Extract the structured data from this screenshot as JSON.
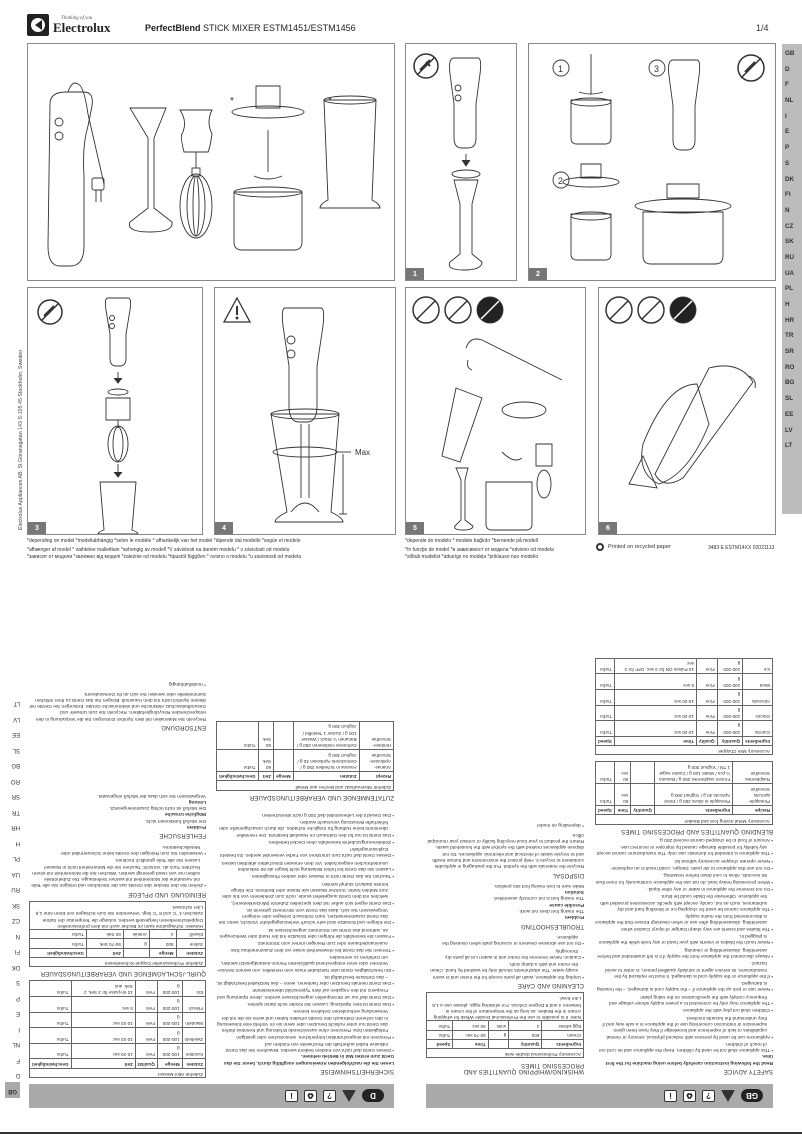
{
  "header": {
    "brand": "Electrolux",
    "brand_tagline": "Thinking of you",
    "product_line": "PerfectBlend",
    "product_title": "STICK MIXER ESTM1451/ESTM1456",
    "page": "1/4"
  },
  "figures": [
    {
      "number": "",
      "label": "parts-overview",
      "asterisk_marks": [
        "*",
        "*"
      ]
    },
    {
      "number": "1",
      "label": "attach-blender-foot"
    },
    {
      "number": "2",
      "label": "assemble-mini-chopper",
      "steps": [
        "1",
        "2",
        "3"
      ]
    },
    {
      "number": "3",
      "label": "attach-whisk"
    },
    {
      "number": "4",
      "label": "max-fill-level",
      "annotation": "Max"
    },
    {
      "number": "5",
      "label": "cleaning-parts"
    },
    {
      "number": "6",
      "label": "wipe-motor-unit"
    }
  ],
  "language_tabs": [
    "GB",
    "D",
    "F",
    "NL",
    "I",
    "E",
    "P",
    "S",
    "DK",
    "FI",
    "N",
    "CZ",
    "SK",
    "RU",
    "UA",
    "PL",
    "H",
    "HR",
    "TR",
    "SR",
    "RO",
    "BG",
    "SL",
    "EE",
    "LV",
    "LT"
  ],
  "address": "Electrolux Appliances AB, St Göransgatan 143 S-105 45 Stockholm, Sweden",
  "footnotes_left": [
    "*depending on model   *modellabhängig   *selon le modèle   * afhankelijk van het model   *dipende dal modello   *según el modelo",
    "*afhænger af model   * vaihtelee malleittain   *avhengig av modell   *V závislosti na daném modelu   * v závislosti od modelu",
    "*зависит от модели   *залежно від моделі   *zależnie od modelu   *típustól függően   * ovisno o modelu   *u zavisnosti od modela"
  ],
  "footnotes_right": [
    "*depende do modelo   * modele bağlıdır   *beroende på modell",
    "*în funcţie de model   *в зависимост от модела   *odvisno od modela",
    "*sõltub mudelist   *atkarīgs no modeļa   *priklauso nuo modelio"
  ],
  "printed_note": "Printed on recycled paper",
  "doc_code": "3483 E ESTM14XX 02021113",
  "gb_section": {
    "lang": "GB",
    "safety_title": "SAFETY ADVICE",
    "safety_intro": "Read the following instruction carefully before using machine for the first time.",
    "safety_items": [
      "This appliance shall not be used by children. Keep the appliance and its cord out of reach of children.",
      "Appliances can be used by persons with reduced physical, sensory or mental capabilities or lack of experience and knowledge if they have been given supervision or instruction concerning use of the appliance in a safe way and if they understand the hazards involved.",
      "Children shall not play with the appliance.",
      "The appliance may only be connected to a power supply whose voltage and frequency comply with the specifications on the rating plate!",
      "Never use or pick up the appliance if – the supply cord is damaged, – the housing is damaged.",
      "If the appliance or the supply cord is damaged, it must be replaced by the manufacturer, its service agent or similarly qualified person, in order to avoid hazard.",
      "Always disconnect the appliance from the supply if it is left unattended and before assembling, disassembling or cleaning.",
      "Never touch the blades or inserts with your hand or any tools while the appliance is plugged in.",
      "The blades and inserts are very sharp! Danger of injury! Caution when assembling, disassembling after use or when cleaning! Ensure that the appliance is disconnected from the mains supply.",
      "The appliance cannot be used for chopping ice or blending hard and dry substances, such as nut, candy, except with specific accessories provided with the appliance. Otherwise the blade could be blunt.",
      "Do not immerse the appliance in water or any other liquid.",
      "When processing heavy load, do not use the appliance continuously for more than 60 seconds. Allow to cool down before restarting.",
      "Do not use this appliance to stir paint. Danger, could result in an explosion!",
      "Never operate chopper accessory without lid.",
      "This appliance is intended for domestic use only. The manufacturer cannot accept any liability for possible damage caused by improper or incorrect use.",
      "Amount of food to be chopped cannot exceed 200 g."
    ],
    "whisk_title": "WHISKING/WHIPPING QUANTITIES AND PROCESSING TIMES",
    "whisk_table": {
      "caption": "Accessory Professional double wisk",
      "headers": [
        "Ingredients",
        "Quantity",
        "",
        "Time",
        "Speed"
      ],
      "rows": [
        [
          "Cream",
          "500",
          "g",
          "50-70 sec",
          "Turbo"
        ],
        [
          "Egg whites",
          "4",
          "units",
          "60 sec",
          "Turbo"
        ]
      ],
      "note": "Note: It is possible to use the Professional Double Whisk for whipping cream in the Beaker, as long as the temperature of the cream is between 4 and 8 Degree Celcius. For whisking eggs, please use a 1,5 Litre bowl."
    },
    "cleaning_title": "CLEANING AND CARE",
    "cleaning_items": [
      "Unplug the appliance, wash all parts except for the motor unit in warm soapy water. The attachments should only be washed by hand. Clean the motor unit with a damp cloth.",
      "Caution: Never immerse the motor unit in water! Let all parts dry thoroughly.",
      "Do not use abrasive cleaners or scouring pads when cleaning the appliance."
    ],
    "troubleshooting_title": "TROUBLESHOOTING",
    "problem_label": "Problem",
    "problem": "The mixing foot does not work.",
    "cause_label": "Possible cause",
    "cause": "The mixing foot is not correctly assembled.",
    "solution_label": "Solution",
    "solution": "Make sure to lock mixing foot into position.",
    "disposal_title": "DISPOSAL",
    "disposal_text": "Recycle the materials with the symbol. Put the packaging in applicable containers to recycle it. Help protect the environment and human health and to recycle waste of electrical and electronic appliances. Do not dispose appliances marked with the symbol with the household waste. Return the product to your local recycling facility or contact your municipal office.",
    "depending_note": "* depending on model",
    "blend_title": "BLENDING QUANTITIES AND PROCESSING TIMES",
    "blend_table": {
      "caption": "Accessory Metal mixing foot and Beaker",
      "headers": [
        "Recipe",
        "Ingredients",
        "Quantity",
        "Time",
        "Speed"
      ],
      "rows": [
        [
          "Pineapple-apricots Smoothie",
          "Pineapple in slices 250 g / Dried Apricots 40 g / Yoghurt 300 g",
          "",
          "60 sec",
          "Turbo"
        ],
        [
          "Raspberries Smoothie",
          "Frozen raspberries 250 g / Banana ½ pcs / Water 100 g / Caster sugar 1 Tbl / Yoghurt 300 g",
          "",
          "60 sec",
          "Turbo"
        ]
      ]
    },
    "chopper_table": {
      "caption": "Accessory Mini Chopper",
      "headers": [
        "Ingredients",
        "Quantity",
        "Quality",
        "Time",
        "Speed"
      ],
      "rows": [
        [
          "Carrots",
          "100-200 g",
          "Fine",
          "10-20 sec",
          "Turbo"
        ],
        [
          "Onions",
          "100-200 g",
          "Fine",
          "10-20 sec",
          "Turbo"
        ],
        [
          "Almonds",
          "100-200 g",
          "Fine",
          "10-20 sec",
          "Turbo"
        ],
        [
          "Meat",
          "100-200 g",
          "Fine",
          "5 sec",
          "Turbo"
        ],
        [
          "Ice",
          "100-200 g",
          "Fine",
          "10 Pulses ON for 3 sec, OFF for 2 sec",
          "Turbo"
        ]
      ]
    }
  },
  "d_section": {
    "lang": "D",
    "safety_title": "SICHERHEITSHINWEISE",
    "safety_intro": "Lesen Sie die nachfolgenden Anweisungen sorgfältig durch, bevor Sie das Gerät zum ersten Mal in Betrieb nehmen.",
    "safety_items": [
      "Dieses Gerät darf nicht von Kindern bedient werden. Bewahren Sie das Gerät inklusive Kabel außerhalb der Reichweite von Kindern auf.",
      "Personen mit eingeschränkten körperlichen, sensorischen oder geistigen Fähigkeiten bzw. Personen ohne ausreichende Erfahrung und Kenntnis dürfen das Gerät nur unter Aufsicht benutzen oder wenn sie im Vorfeld eine Einweisung in den sicheren Gebrauch des Geräts erhalten haben und wenn sie die mit der Verwendung verbundenen Gefahren kennen.",
      "Das Gerät ist kein Spielzeug. Lassen Sie Kinder nicht damit spielen.",
      "Das Gerät darf nur an Stromquellen angeschlossen werden, deren Spannung und Frequenz mit den Angaben auf dem Typenschild übereinstimmt!",
      "Das Gerät niemals benutzen oder hantieren, wenn – das Netzkabel beschädigt ist, – das Gehäuse beschädigt ist.",
      "Ein beschädigtes Gerät oder Netzkabel muss vom Hersteller, von seinem Service-Vertreter oder einer entsprechend qualifizierten Person instandgesetzt werden, um Gefahren zu vermeiden.",
      "Trennen Sie das Gerät bei Abwesenheit sowie vor dem Zusammenbau bzw. Auseinanderbauen oder zum Reinigen immer vom Stromnetz.",
      "Fassen Sie keinesfalls die Klingen oder Einsätze mit der Hand oder Werkzeugen an, während das Gerät am Stromnetz angeschlossen ist.",
      "Die Klingen und Einsätze sind sehr scharf! Verletzungsgefahr! Vorsicht, wenn Sie das Gerät zusammensetzen, nach Gebrauch zerlegen oder reinigen! Vergewissern Sie sich, dass das Gerät vom Stromnetz getrennt ist.",
      "Das Gerät eignet sich außer mit dem speziellen Zubehör (Minizerkleinerer), welches mit dem Gerät ausgeliefert wurde, nicht zum Zerkleinern von Eis oder zum Mahlen harter, trockner Massen wie Nüsse oder Bonbons. Die Klinge könnte dadurch stumpf werden.",
      "Tauchen Sie das Gerät nicht in Wasser oder andere Flüssigkeiten.",
      "Lassen Sie das Gerät bei hoher Belastung nicht länger als 60 Sekunden ununterbrochen eingeschaltet. Vor dem erneuten Einschalten abkühlen lassen.",
      "Dieses Gerät darf nicht zum Umrühren von Farbe verwendet werden. Es besteht Explosionsgefahr!",
      "Zerkleinerungszubehör keinesfalls ohne Deckel betreiben.",
      "Das Gerät ist nur für den Gebrauch im Haushalt bestimmt. Der Hersteller übernimmt keine Haftung für mögliche Schäden, die durch unsachgemäße oder fehlerhafte Benutzung verursacht wurden.",
      "Das Gewicht der Lebensmittel darf 200 g nicht überschreiten."
    ],
    "chopper_table": {
      "caption": "Zubehör Mini-Messer",
      "headers": [
        "Zutaten",
        "Menge",
        "Qualität",
        "Zeit",
        "Geschwindigkeit"
      ],
      "rows": [
        [
          "Karotten",
          "100-200 g",
          "Fein",
          "10-20 sec",
          "Turbo"
        ],
        [
          "Zwiebeln",
          "100-200 g",
          "Fein",
          "10-20 sec",
          "Turbo"
        ],
        [
          "Mandeln",
          "100-200 g",
          "Fein",
          "10-20 sec",
          "Turbo"
        ],
        [
          "Fleisch",
          "100-200 g",
          "Fein",
          "5 sec",
          "Turbo"
        ],
        [
          "Eis",
          "100-200 g",
          "Fein",
          "10 Im-pulse für 3 Sek, 2 Sek. aus",
          "Turbo"
        ]
      ]
    },
    "whisk_title": "QUIRL-/SCHLAGMENGE UND VERARBEITUNGSDAUER",
    "whisk_table": {
      "caption": "Zubehör Professioneller Doppel-Schneebesen",
      "headers": [
        "Zutaten",
        "Menge",
        "",
        "Zeit",
        "Geschwindigkeit"
      ],
      "rows": [
        [
          "Sahne",
          "500",
          "g",
          "50-70 Sek.",
          "Turbo"
        ],
        [
          "Eiweiß",
          "4",
          "Anteile",
          "60 Sek.",
          "Turbo"
        ]
      ],
      "note": "Hinweis: Schlagsahne kann im Becher auch mit dem professionellen Doppelschneebesen hergestellt werden, solange die Temperatur der Sahne zwischen 4 °C und 8 °C liegt. Verwenden Sie zum Schlagen von Eiern eine 1,5 Liter Schüssel."
    },
    "cleaning_title": "REINIGUNG UND PFLEGE",
    "cleaning_items": [
      "Ziehen Sie den Stecker des Geräts aus der Steckdose und reinigen Sie alle Teile mit Ausnahme der Motoreinheit mit warmer Seifenlauge. Die Zubehörteile sollten nur von Hand gereinigt werden. Wischen Sie die Motoreinheit mit einem feuchten Tuch ab. Vorsicht: Tauchen Sie die Motoreinheit nicht in Wasser! Lassen Sie alle Teile gründlich trocknen.",
      "Verwenden Sie zum Reinigen des Geräts keine Scheuermittel oder Metallschwämme."
    ],
    "troubleshooting_title": "FEHLERSUCHE",
    "problem_label": "Problem",
    "problem": "Der Mixfuß funktioniert nicht.",
    "cause_label": "Mögliche Ursache",
    "cause": "Der Mixfuß ist nicht richtig zusammengesetzt.",
    "solution_label": "Lösung",
    "solution": "Vergewissern Sie sich dass der Mixfuß eingerastet.",
    "blend_title": "ZUTATENMENGE UND VERARBEITUNGSDAUER",
    "blend_table": {
      "caption": "Zubehör Mixeraufsatz und Becher aus Metall",
      "headers": [
        "Rezept",
        "Zutaten",
        "Menge",
        "Zeit",
        "Geschwindigkeit"
      ],
      "rows": [
        [
          "Ananas-Aprikosen-Smoothie",
          "Ananas in Scheiben 250 g / Getrocknete Aprikosen 40 g / Joghurt 300 g",
          "",
          "60 Sek.",
          "Turbo"
        ],
        [
          "Himbeer-Smoothie",
          "Gefrorene Himbeeren 250 g / Bananen ½ Stück / Wasser 100 g / Zucker 1 Teelöffel / Joghurt 300 g",
          "",
          "60 Sek.",
          "Turbo"
        ]
      ]
    },
    "disposal_title": "ENTSORGUNG",
    "disposal_text": "Recyceln Sie Materialien mit dem Symbol. Entsorgen Sie die Verpackung in den entsprechenden Recyclingbehältern. Recyceln Sie zum Umwelt- und Gesundheitsschutz elektrische und elektronische Geräte. Entsorgen Sie Geräte mit diesem Symbol nicht mit dem Hausmüll. Bringen Sie das Gerät zu Ihrer örtlichen Sammelstelle oder wenden Sie sich an Ihr Gemeindeamt.",
    "depending_note": "* modellabhängig"
  },
  "colors": {
    "band_gray": "#aaaaaa",
    "lang_tab_gray": "#bcbcbc",
    "panel_num_gray": "#777777",
    "text": "#222222"
  }
}
